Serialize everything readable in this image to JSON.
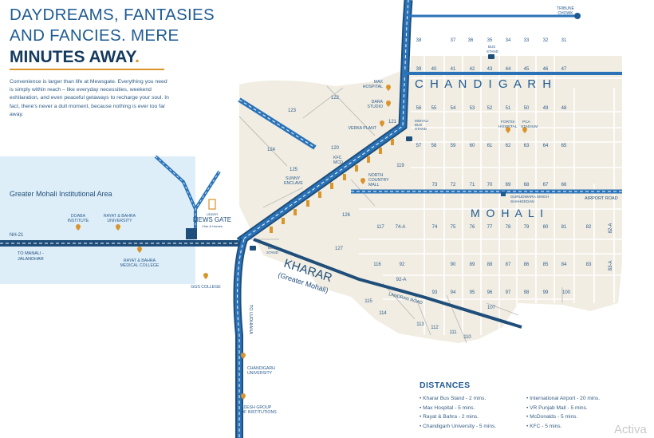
{
  "headline": {
    "line1": "DAYDREAMS, FANTASIES",
    "line2": "AND FANCIES. MERE",
    "line3": "MINUTES AWAY",
    "line3_dot": "."
  },
  "body_text": "Convenience is larger than life at Mewsgate. Everything you need is simply within reach – like everyday necessities, weekend exhilaration, and even peaceful getaways to recharge your soul. In fact, there's never a dull moment, because nothing is ever too far away.",
  "areas": {
    "chandigarh": "C H A N D I G A R H",
    "mohali": "M O H A L I",
    "kharar": "KHARAR",
    "kharar_sub": "(Greater Mohali)",
    "institutional": "Greater Mohali Institutional Area"
  },
  "roads": {
    "nh21": "NH-21",
    "manali_line1": "TO MANALI -",
    "manali_line2": "JALANDHAR",
    "ludhiana": "TO LUDHIANA",
    "airport": "AIRPORT ROAD",
    "landran": "LANDRAN ROAD"
  },
  "project": {
    "top": "UDDER",
    "name": "MEWS GATE",
    "sub": "Club & Homes"
  },
  "landmarks": {
    "tribune_line1": "TRIBUNE",
    "tribune_line2": "CHOWK",
    "max_line1": "MAX",
    "max_line2": "HOSPITAL",
    "dara_line1": "DARA",
    "dara_line2": "STUDIO",
    "verka": "VERKA PLANT",
    "kfc_line1": "KFC",
    "kfc_line2": "MCD",
    "sunny_line1": "SUNNY",
    "sunny_line2": "ENCLAVE",
    "ncm_line1": "NORTH",
    "ncm_line2": "COUNTRY",
    "ncm_line3": "MALL",
    "mohali_bs_line1": "MOHALI",
    "mohali_bs_line2": "BUS",
    "mohali_bs_line3": "STAND",
    "bs17_line1": "BUS",
    "bs17_line2": "STAND",
    "fortis_line1": "FORTIS",
    "fortis_line2": "HOSPITAL",
    "pca_line1": "PCA",
    "pca_line2": "STADIUM",
    "gurudwara_line1": "GURUDWARA SINGH",
    "gurudwara_line2": "SHAHEEDAN",
    "doaba_line1": "DOABA",
    "doaba_line2": "INSTITUTE",
    "rayat_line1": "RAYAT & BAHRA",
    "rayat_line2": "UNIVERSITY",
    "rayatmed_line1": "RAYAT & BAHRA",
    "rayatmed_line2": "MEDICAL COLLEGE",
    "ggs": "GGS COLLEGE",
    "bus_stand_line1": "BUS",
    "bus_stand_line2": "STAND",
    "cu_line1": "CHANDIGARH",
    "cu_line2": "UNIVERSITY",
    "adesh_line1": "ADESH GROUP",
    "adesh_line2": "OF INSTITUTIONS"
  },
  "sectors": {
    "row1": [
      "38",
      "37",
      "36",
      "35",
      "34",
      "33",
      "32",
      "31"
    ],
    "row2": [
      "39",
      "40",
      "41",
      "42",
      "43",
      "44",
      "45",
      "46",
      "47"
    ],
    "row3": [
      "56",
      "55",
      "54",
      "53",
      "52",
      "51",
      "50",
      "49",
      "48"
    ],
    "row4": [
      "57",
      "58",
      "59",
      "60",
      "61",
      "62",
      "63",
      "64",
      "65"
    ],
    "row5": [
      "73",
      "72",
      "71",
      "70",
      "69",
      "68",
      "67",
      "66"
    ],
    "row6": [
      "117",
      "74-A",
      "74",
      "75",
      "76",
      "77",
      "78",
      "79",
      "80",
      "81",
      "82",
      "82-A"
    ],
    "row7": [
      "116",
      "92",
      "90",
      "89",
      "88",
      "87",
      "86",
      "85",
      "84",
      "83",
      "83-A"
    ],
    "row8": [
      "92-A",
      "93",
      "94",
      "95",
      "96",
      "97",
      "98",
      "99",
      "100"
    ],
    "misc": [
      "123",
      "122",
      "121",
      "124",
      "120",
      "119",
      "125",
      "126",
      "127",
      "115",
      "114",
      "113",
      "112",
      "111",
      "110",
      "107"
    ]
  },
  "distances": {
    "title": "DISTANCES",
    "col1": [
      "• Kharar Bus Stand - 2 mins.",
      "• Max Hospital - 5 mins.",
      "• Rayat & Bahra - 2 mins.",
      "• Chandigarh University - 5 mins."
    ],
    "col2": [
      "• International Airport - 20 mins.",
      "• VR Punjab Mall - 5 mins.",
      "• McDonalds - 5 mins.",
      "• KFC - 5 mins."
    ]
  },
  "watermark": "Activa",
  "colors": {
    "road_dark": "#1f4e7a",
    "road_blue": "#2a73b8",
    "land": "#f1ede2",
    "water": "#deeef8",
    "accent": "#d9942c",
    "label": "#2c5e8f"
  },
  "icons": [
    "location-pin-icon",
    "bus-icon",
    "square-marker-icon",
    "dot-marker-icon"
  ]
}
